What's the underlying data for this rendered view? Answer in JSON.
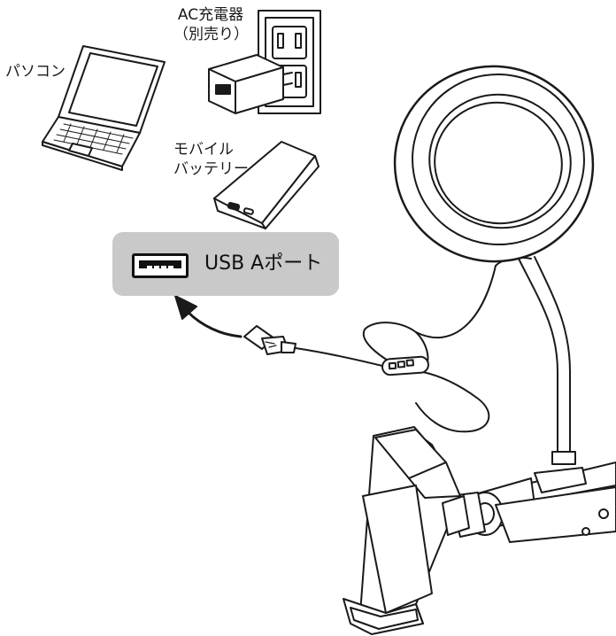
{
  "labels": {
    "pc": "パソコン",
    "ac_charger_line1": "AC充電器",
    "ac_charger_line2": "（別売り）",
    "battery_line1": "モバイル",
    "battery_line2": "バッテリー",
    "usb_port": "USB Aポート"
  },
  "colors": {
    "line": "#1a1a1a",
    "highlight_box": "#c9c9c9",
    "fill": "#ffffff"
  }
}
